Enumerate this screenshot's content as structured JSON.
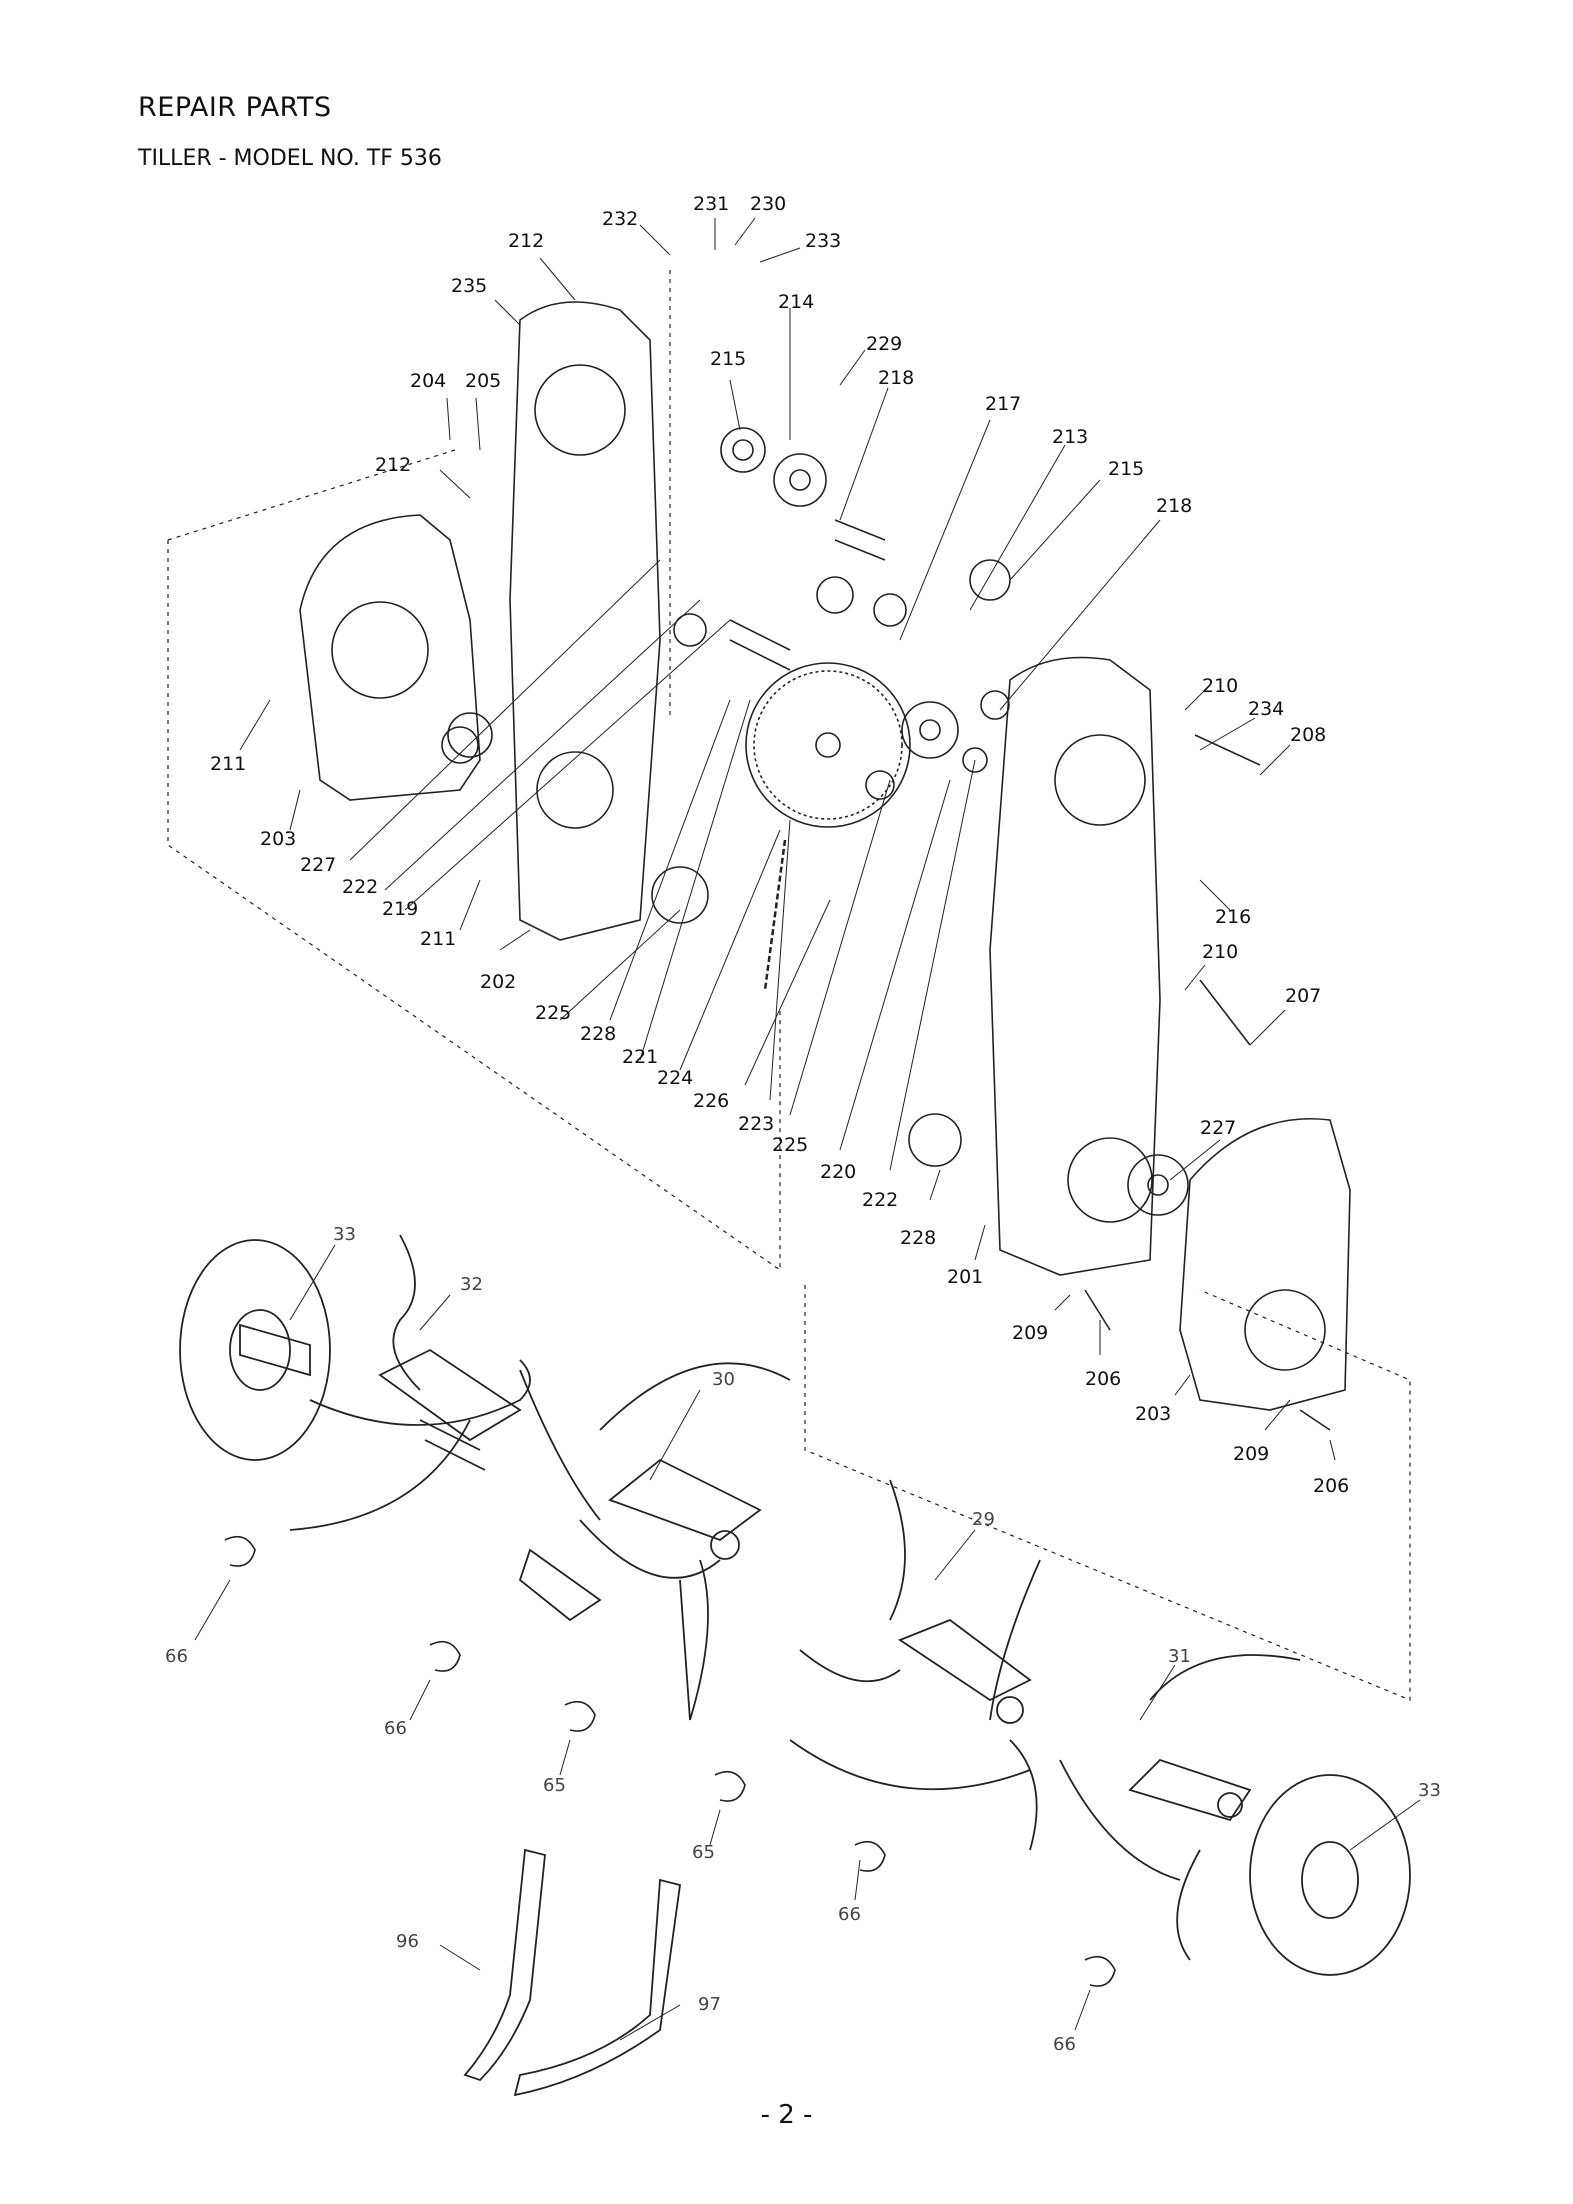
{
  "header": {
    "title": "REPAIR PARTS",
    "subtitle": "TILLER - MODEL NO. TF 536"
  },
  "footer": {
    "page": "- 2 -"
  },
  "labels": [
    "232",
    "231",
    "230",
    "233",
    "212",
    "214",
    "235",
    "229",
    "215",
    "218",
    "204",
    "205",
    "217",
    "213",
    "212",
    "215",
    "218",
    "210",
    "234",
    "208",
    "211",
    "203",
    "227",
    "222",
    "219",
    "211",
    "202",
    "216",
    "225",
    "228",
    "210",
    "207",
    "221",
    "224",
    "226",
    "223",
    "225",
    "220",
    "222",
    "228",
    "227",
    "201",
    "209",
    "206",
    "203",
    "209",
    "206",
    "33",
    "32",
    "30",
    "29",
    "31",
    "33",
    "66",
    "66",
    "65",
    "65",
    "66",
    "66",
    "96",
    "97"
  ]
}
